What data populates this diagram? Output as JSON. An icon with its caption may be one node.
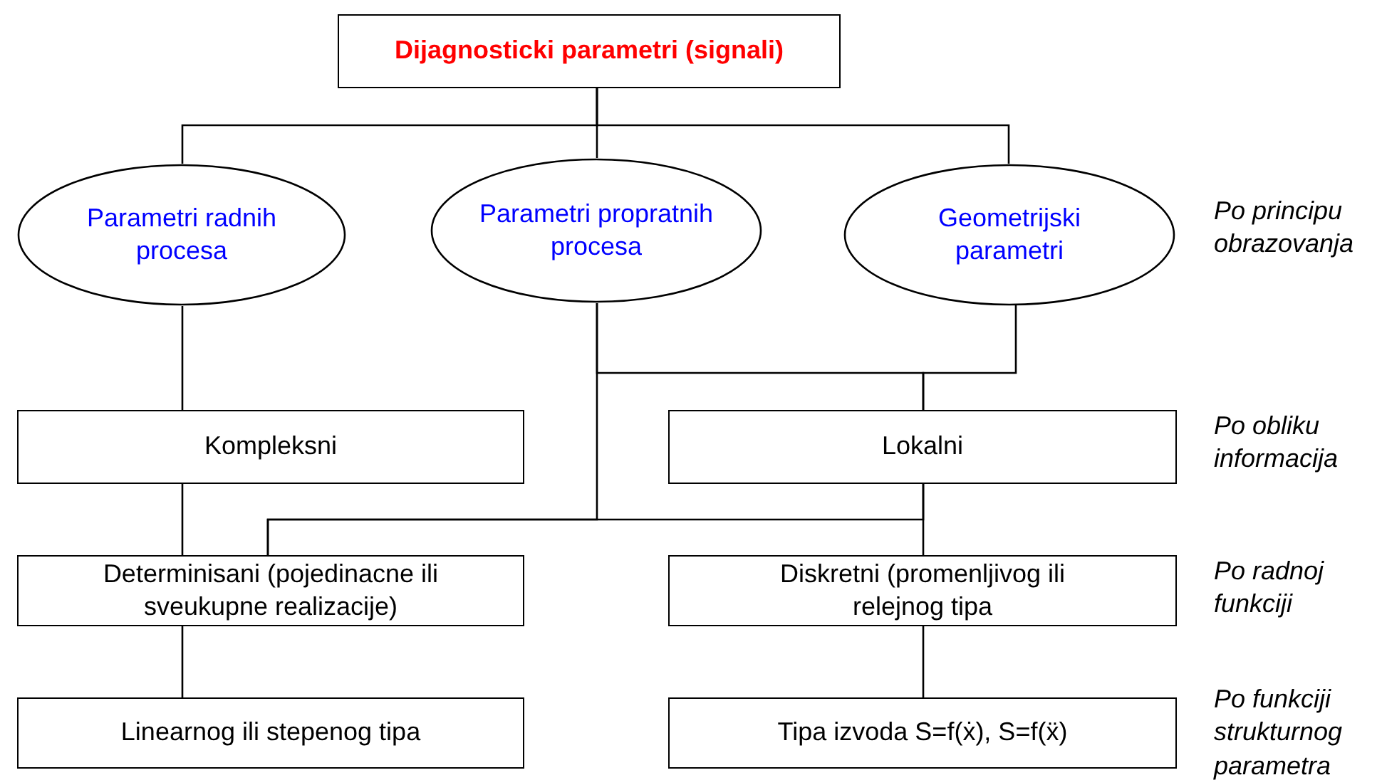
{
  "diagram": {
    "nodes": [
      {
        "text": [
          "Dijagnosticki parametri (signali)"
        ]
      },
      {
        "text": [
          "Parametri radnih procesa"
        ]
      },
      {
        "text": [
          "Parametri propratnih procesa"
        ]
      },
      {
        "text": [
          "Geometrijski parametri"
        ]
      },
      {
        "text": [
          "Kompleksni"
        ]
      },
      {
        "text": [
          "Lokalni"
        ]
      },
      {
        "text": [
          "Determinisani (pojedinacne ili sveukupne realizacije)"
        ]
      },
      {
        "text": [
          "Diskretni (promenljivog ili relejnog tipa"
        ]
      },
      {
        "text": [
          "Linearnog ili stepenog tipa"
        ]
      },
      {
        "text": [
          "Tipa izvoda S=f(ẋ), S=f(ẍ)"
        ]
      }
    ],
    "edges": [
      {
        "from": 0,
        "to": 1,
        "arrow": "none"
      },
      {
        "from": 0,
        "to": 2,
        "arrow": "none"
      },
      {
        "from": 0,
        "to": 3,
        "arrow": "none"
      },
      {
        "from": 1,
        "to": 4,
        "arrow": "none"
      },
      {
        "from": 2,
        "to": 5,
        "arrow": "none"
      },
      {
        "from": 3,
        "to": 5,
        "arrow": "none"
      },
      {
        "from": 2,
        "to": 6,
        "arrow": "none"
      },
      {
        "from": 5,
        "to": 6,
        "arrow": "none"
      },
      {
        "from": 4,
        "to": 6,
        "arrow": "none"
      },
      {
        "from": 5,
        "to": 7,
        "arrow": "none"
      },
      {
        "from": 6,
        "to": 8,
        "arrow": "none"
      },
      {
        "from": 7,
        "to": 9,
        "arrow": "none"
      }
    ],
    "labels": [
      "Po principu obrazovanja",
      "Po obliku informacija",
      "Po radnoj funkciji",
      "Po funkciji strukturnog parametra"
    ]
  }
}
